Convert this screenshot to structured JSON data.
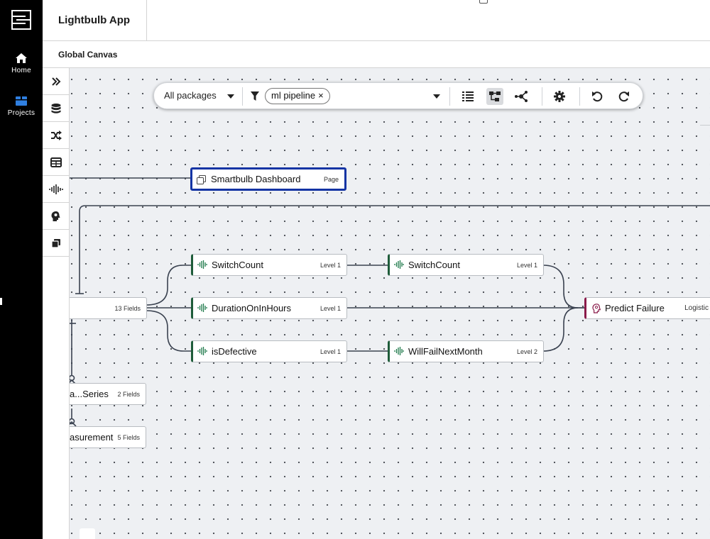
{
  "app": {
    "title": "Lightbulb App"
  },
  "breadcrumb": {
    "current": "Global Canvas"
  },
  "rail": {
    "items": [
      {
        "label": "Home",
        "icon": "home-icon"
      },
      {
        "label": "Projects",
        "icon": "projects-icon",
        "accent": "#2f7fe0"
      }
    ]
  },
  "tools": [
    {
      "icon": "expand-chevrons-icon"
    },
    {
      "icon": "database-icon"
    },
    {
      "icon": "shuffle-icon"
    },
    {
      "icon": "table-icon"
    },
    {
      "icon": "waveform-icon"
    },
    {
      "icon": "brain-head-icon"
    },
    {
      "icon": "pages-icon"
    }
  ],
  "toolbar": {
    "package_select": "All packages",
    "filter_chip": "ml pipeline",
    "filter_chip_remove": "×",
    "view_icons": [
      "list-view-icon",
      "hierarchy-view-icon",
      "graph-view-icon"
    ],
    "active_view": "hierarchy-view-icon",
    "action_icons": [
      "settings-icon",
      "undo-icon",
      "redo-icon"
    ]
  },
  "nodes": {
    "dashboard": {
      "name": "Smartbulb Dashboard",
      "tag": "Page"
    },
    "source": {
      "tag": "13 Fields"
    },
    "series": {
      "name": "a...Series",
      "tag": "2 Fields"
    },
    "measurement": {
      "name": "asurement",
      "tag": "5 Fields"
    },
    "switchcount1": {
      "name": "SwitchCount",
      "tag": "Level 1"
    },
    "duration": {
      "name": "DurationOnInHours",
      "tag": "Level 1"
    },
    "isdefective": {
      "name": "isDefective",
      "tag": "Level 1"
    },
    "switchcount2": {
      "name": "SwitchCount",
      "tag": "Level 1"
    },
    "willfail": {
      "name": "WillFailNextMonth",
      "tag": "Level 2"
    },
    "predict": {
      "name": "Predict Failure",
      "tag": "Logistic"
    }
  },
  "colors": {
    "rail": "#000000",
    "feature_accent": "#1e5c3a",
    "model_accent": "#8a1b4a",
    "selected_border": "#1434a4",
    "wire": "#3a4250"
  }
}
